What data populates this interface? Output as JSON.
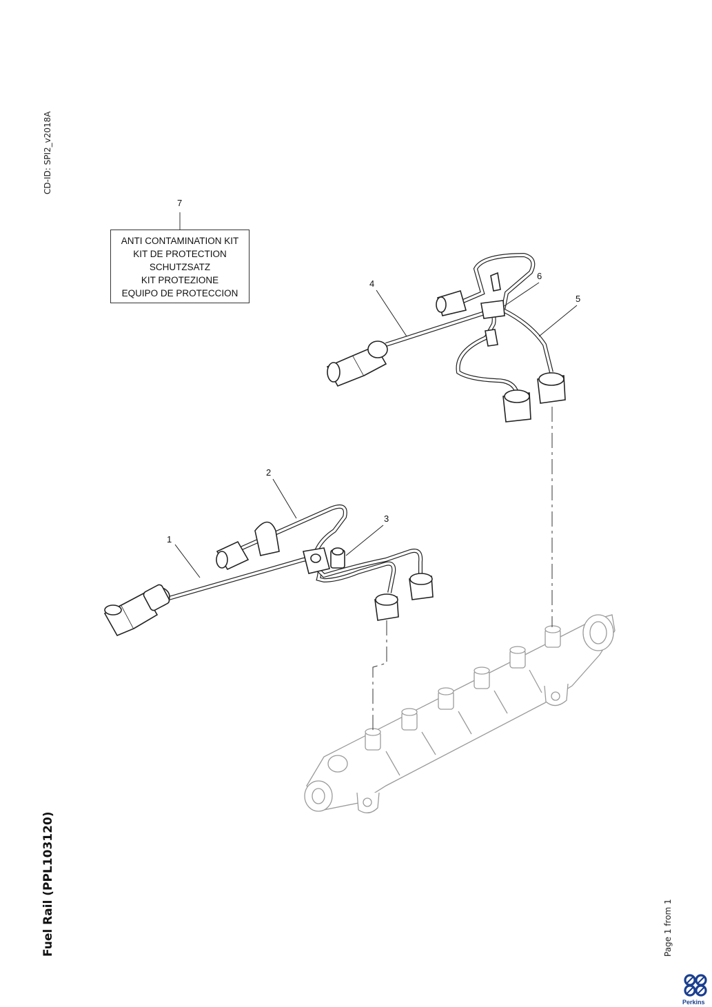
{
  "header": {
    "cd_id": "CD-ID: SPI2_v2018A"
  },
  "title": "Fuel Rail (PPL103120)",
  "page_label": "Page 1 from 1",
  "brand": {
    "name": "Perkins",
    "color": "#1a3f8f"
  },
  "kit_box": {
    "item_number": "7",
    "lines": [
      "ANTI CONTAMINATION KIT",
      "KIT DE PROTECTION",
      "SCHUTZSATZ",
      "KIT PROTEZIONE",
      "EQUIPO DE PROTECCION"
    ]
  },
  "callouts": {
    "c1": "1",
    "c2": "2",
    "c3": "3",
    "c4": "4",
    "c5": "5",
    "c6": "6"
  }
}
